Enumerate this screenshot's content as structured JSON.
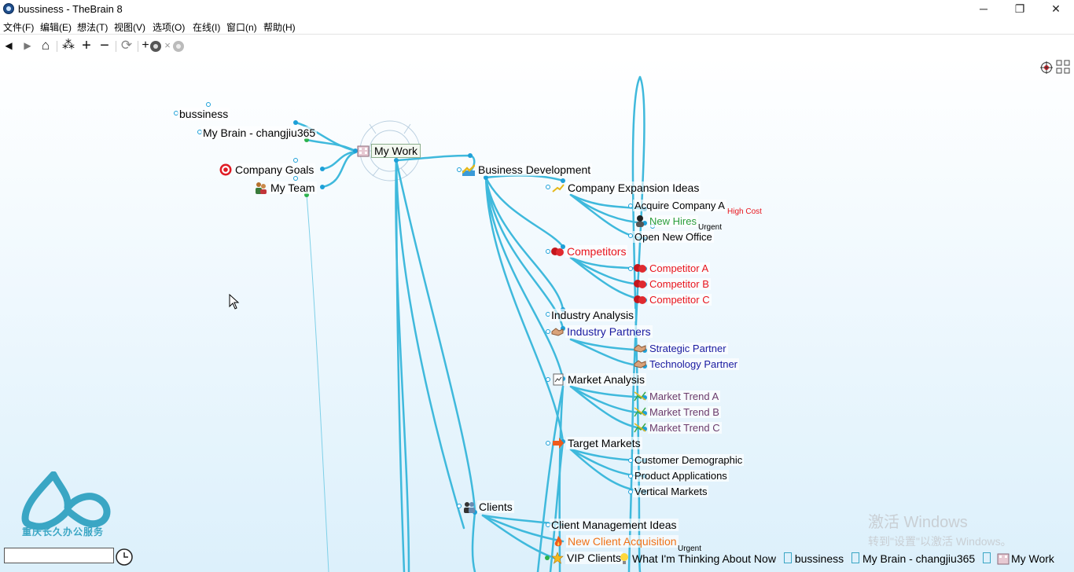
{
  "window": {
    "title": "bussiness - TheBrain 8",
    "minimize": "─",
    "maximize": "❐",
    "close": "✕"
  },
  "menu": [
    "文件(F)",
    "编辑(E)",
    "想法(T)",
    "视图(V)",
    "选项(O)",
    "在线(I)",
    "窗口(n)",
    "帮助(H)"
  ],
  "toolbar": {
    "back": "◀",
    "forward": "▶",
    "home": "⌂",
    "expand": "⁂",
    "add": "+",
    "remove": "−",
    "refresh": "⟳",
    "link_add": "+",
    "link_remove": "×"
  },
  "nodes": {
    "bussiness": "bussiness",
    "my_brain": "My Brain - changjiu365",
    "my_work": "My Work",
    "company_goals": "Company Goals",
    "my_team": "My Team",
    "business_development": "Business Development",
    "company_expansion": "Company Expansion Ideas",
    "acquire_company_a": "Acquire Company A",
    "new_hires": "New Hires",
    "open_new_office": "Open New Office",
    "competitors": "Competitors",
    "competitor_a": "Competitor A",
    "competitor_b": "Competitor B",
    "competitor_c": "Competitor C",
    "industry_analysis": "Industry Analysis",
    "industry_partners": "Industry Partners",
    "strategic_partner": "Strategic Partner",
    "technology_partner": "Technology Partner",
    "market_analysis": "Market Analysis",
    "market_trend_a": "Market Trend A",
    "market_trend_b": "Market Trend B",
    "market_trend_c": "Market Trend C",
    "target_markets": "Target Markets",
    "customer_demographic": "Customer Demographic",
    "product_applications": "Product Applications",
    "vertical_markets": "Vertical Markets",
    "clients": "Clients",
    "client_management": "Client Management Ideas",
    "new_client_acquisition": "New Client Acquisition",
    "vip_clients": "VIP Clients"
  },
  "tags": {
    "high_cost": "High Cost",
    "urgent_1": "Urgent",
    "urgent_2": "Urgent"
  },
  "pins": [
    "What I'm Thinking About Now",
    "bussiness",
    "My Brain - changjiu365",
    "My Work"
  ],
  "watermark": {
    "line1": "激活 Windows",
    "line2": "转到\"设置\"以激活 Windows。"
  },
  "logo_text": "重庆长久办公服务",
  "search": {
    "value": ""
  },
  "colors": {
    "link": "#3fb9dc",
    "competitor": "#e8141c",
    "partner": "#1a1aa0",
    "trend": "#6b3b6b",
    "new_hires": "#2a9d3a",
    "new_client": "#f07318"
  }
}
